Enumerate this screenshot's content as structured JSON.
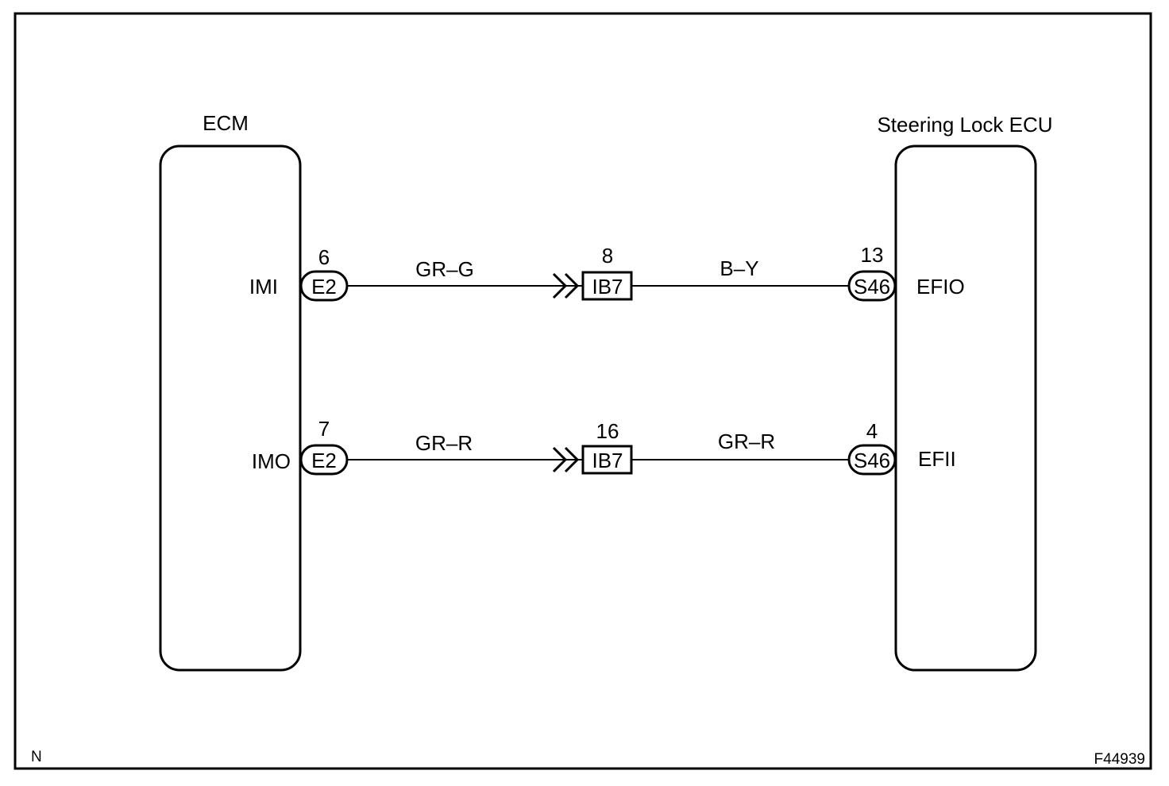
{
  "ecm": {
    "title": "ECM",
    "terminals": [
      {
        "name": "IMI",
        "pin": "6",
        "connector": "E2"
      },
      {
        "name": "IMO",
        "pin": "7",
        "connector": "E2"
      }
    ]
  },
  "steering_lock_ecu": {
    "title": "Steering Lock ECU",
    "terminals": [
      {
        "name": "EFIO",
        "pin": "13",
        "connector": "S46"
      },
      {
        "name": "EFII",
        "pin": "4",
        "connector": "S46"
      }
    ]
  },
  "junction": {
    "top": {
      "pin": "8",
      "connector": "IB7"
    },
    "bottom": {
      "pin": "16",
      "connector": "IB7"
    }
  },
  "wires": {
    "top_left": "GR–G",
    "top_right": "B–Y",
    "bottom_left": "GR–R",
    "bottom_right": "GR–R"
  },
  "corner_left": "N",
  "corner_right": "F44939"
}
